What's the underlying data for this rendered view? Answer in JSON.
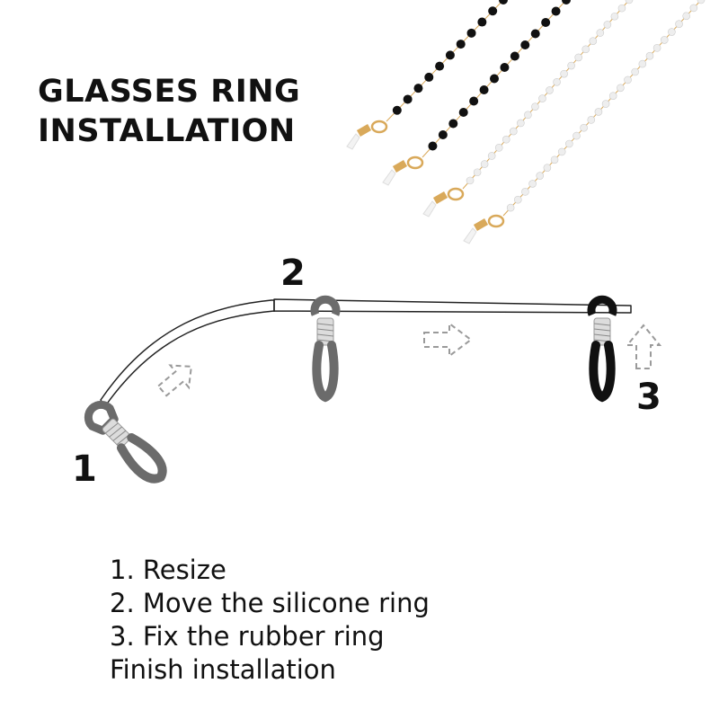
{
  "title": {
    "line1": "GLASSES RING",
    "line2": "INSTALLATION"
  },
  "step_numbers": {
    "one": "1",
    "two": "2",
    "three": "3"
  },
  "instructions": [
    "1. Resize",
    "2. Move the silicone ring",
    "3. Fix the rubber ring",
    "Finish installation"
  ],
  "colors": {
    "text": "#111111",
    "gray_ring": "#6b6b6b",
    "black_ring": "#111111",
    "arrow": "#9a9a9a",
    "gold": "#d9a95a",
    "pearl": "#eeeeee"
  }
}
